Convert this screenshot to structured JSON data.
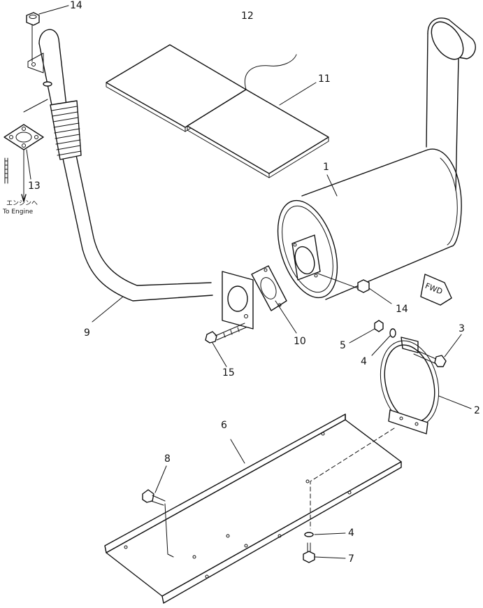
{
  "callouts": {
    "c1": "1",
    "c2": "2",
    "c3": "3",
    "c4a": "4",
    "c4b": "4",
    "c5": "5",
    "c6": "6",
    "c7": "7",
    "c8": "8",
    "c9": "9",
    "c10": "10",
    "c11": "11",
    "c12": "12",
    "c13": "13",
    "c14a": "14",
    "c14b": "14",
    "c15": "15"
  },
  "notes": {
    "engine_jp": "エンジンへ",
    "engine_en": "To Engine",
    "fwd": "FWD"
  }
}
